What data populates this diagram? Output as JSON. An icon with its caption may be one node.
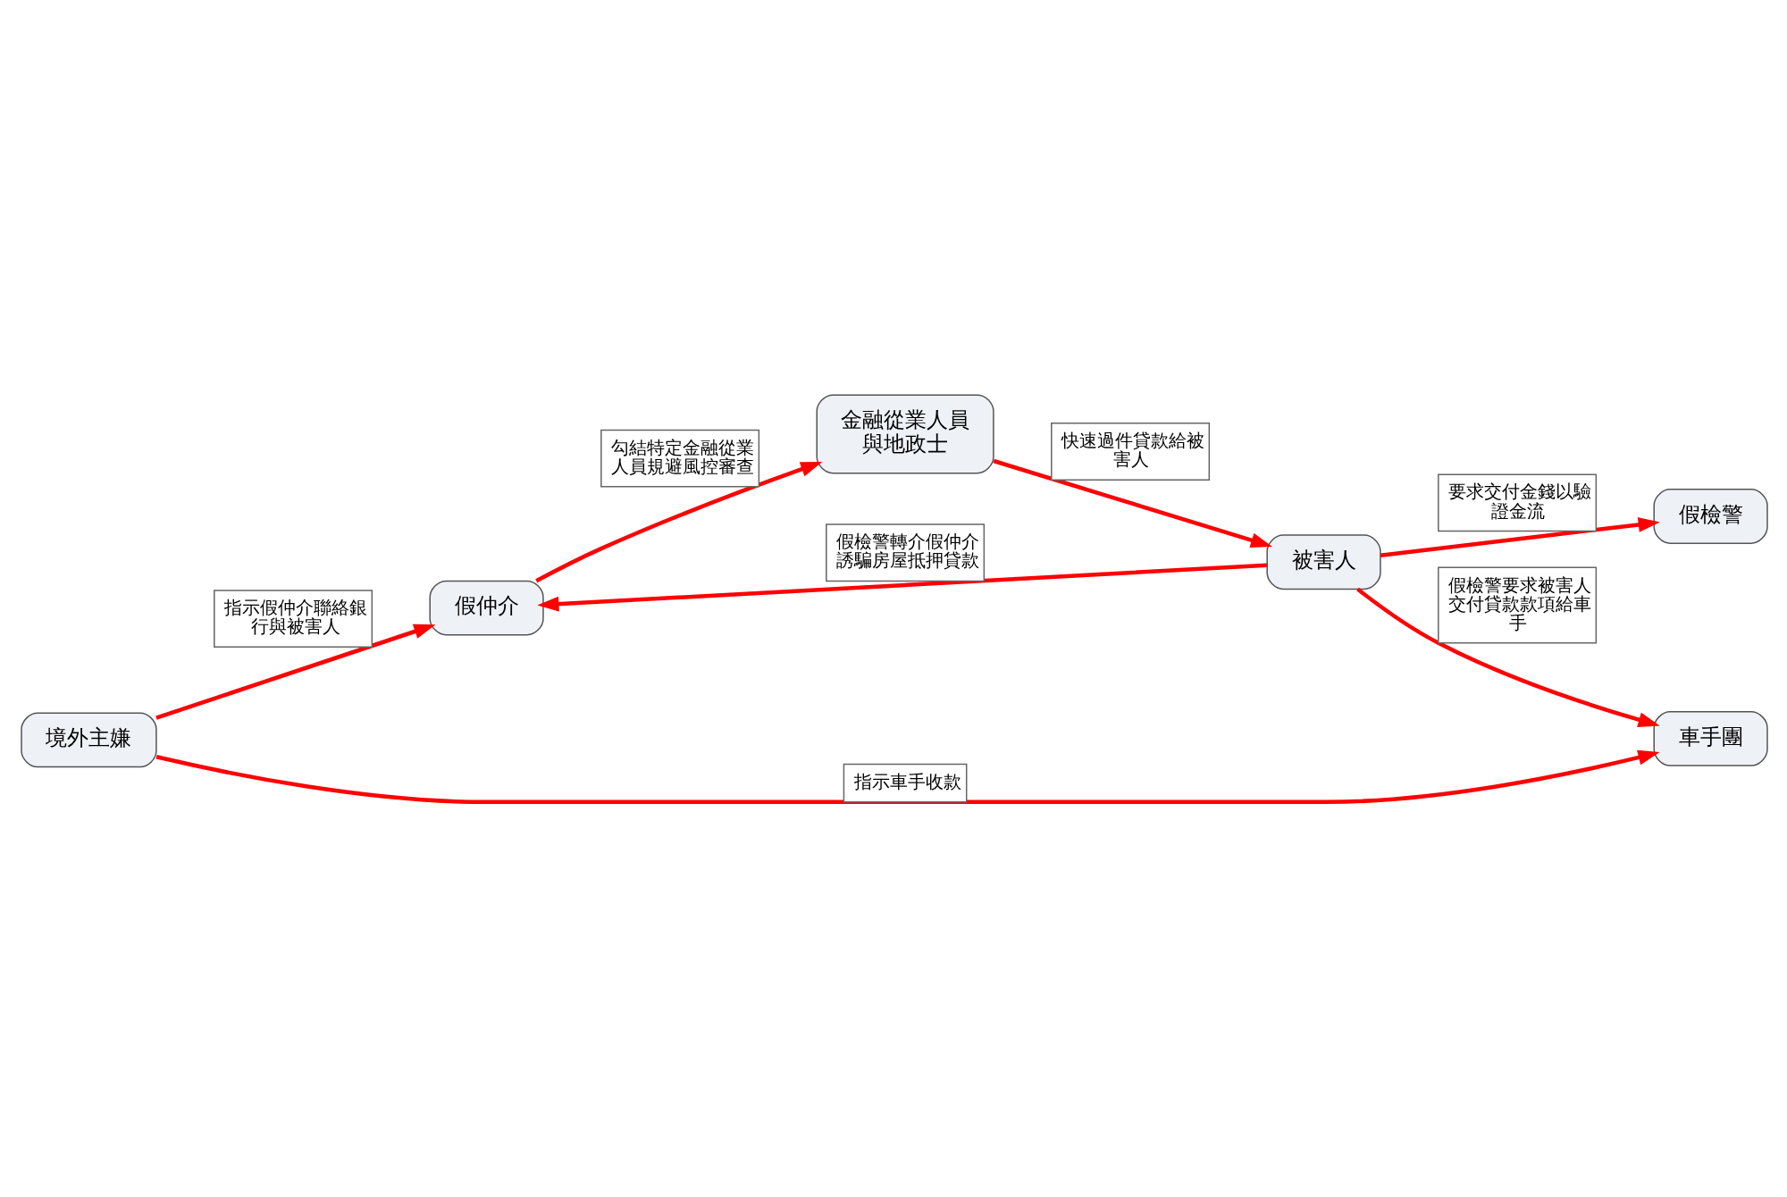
{
  "diagram": {
    "nodes": [
      {
        "text": [
          "境外主嫌"
        ]
      },
      {
        "text": [
          "假仲介"
        ]
      },
      {
        "text": [
          "金融從業人員與地政士"
        ]
      },
      {
        "text": [
          "假檢警"
        ]
      },
      {
        "text": [
          "車手團"
        ]
      },
      {
        "text": [
          "被害人"
        ]
      }
    ],
    "edges": [
      {
        "from": 0,
        "to": 1,
        "arrow": "to",
        "label": "指示假仲介聯絡銀行與被害人"
      },
      {
        "from": 1,
        "to": 2,
        "arrow": "to",
        "label": "勾結特定金融從業人員規避風控審查"
      },
      {
        "from": 0,
        "to": 4,
        "arrow": "to",
        "label": "指示車手收款"
      },
      {
        "from": 2,
        "to": 5,
        "arrow": "to",
        "label": "快速過件貸款給被害人"
      },
      {
        "from": 5,
        "to": 1,
        "arrow": "to",
        "label": "假檢警轉介假仲介誘騙房屋抵押貸款"
      },
      {
        "from": 5,
        "to": 3,
        "arrow": "to",
        "label": "要求交付金錢以驗證金流"
      },
      {
        "from": 5,
        "to": 4,
        "arrow": "to",
        "label": "假檢警要求被害人交付貸款款項給車手"
      }
    ]
  }
}
